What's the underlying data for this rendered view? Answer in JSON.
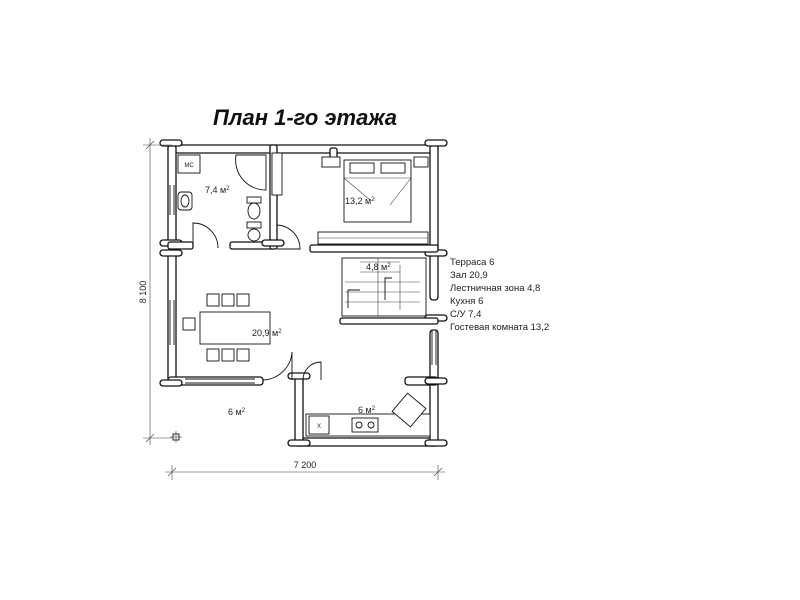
{
  "title": "План 1-го этажа",
  "dimensions": {
    "width": "7 200",
    "height": "8 100"
  },
  "rooms": {
    "bathroom": {
      "area": "7,4 м",
      "sup": "2",
      "fixture_label": "МС"
    },
    "guest_room": {
      "area": "13,2 м",
      "sup": "2"
    },
    "stair_zone": {
      "area": "4,8 м",
      "sup": "2"
    },
    "hall": {
      "area": "20,9 м",
      "sup": "2"
    },
    "terrace": {
      "area": "6 м",
      "sup": "2"
    },
    "kitchen": {
      "area": "6 м",
      "sup": "2",
      "fixture_label": "X"
    }
  },
  "legend": [
    "Терраса 6",
    "Зал 20,9",
    "Лестничная зона 4,8",
    "Кухня 6",
    "С/У 7,4",
    "Гостевая комната 13,2"
  ],
  "colors": {
    "line": "#111111",
    "background": "#ffffff"
  }
}
